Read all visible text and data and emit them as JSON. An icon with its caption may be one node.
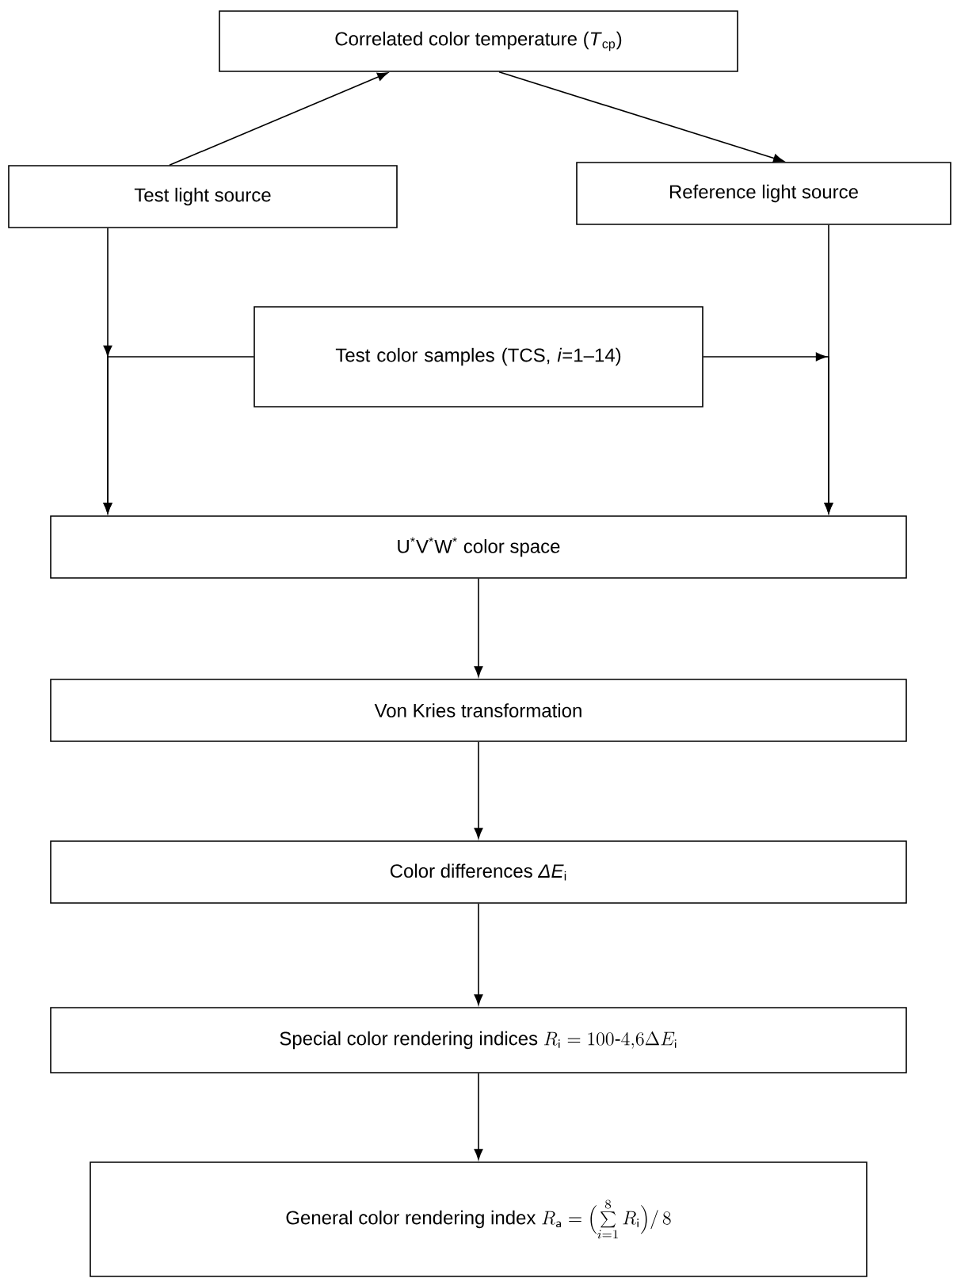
{
  "diagram": {
    "nodes": [
      {
        "text": [
          "Correlated color temperature (*T*$_{cp}$)"
        ]
      },
      {
        "text": [
          "Test light source"
        ]
      },
      {
        "text": [
          "Reference light source"
        ]
      },
      {
        "text": [
          "Test color samples (TCS, *i*=1–14)"
        ]
      },
      {
        "text": [
          "U$^{*}$V$^{*}$W$^{*}$ color space"
        ]
      },
      {
        "text": [
          "Von Kries transformation"
        ]
      },
      {
        "text": [
          "Color differences *ΔE*$_{i}$"
        ]
      },
      {
        "text": [
          "Special color rendering indices",
          "R_{\\mathsf{i}} = 100\\mbox{-}4{,}6\\Delta E_{\\mathsf{i}}"
        ]
      },
      {
        "text": [
          "General color rendering index",
          "R_{\\mathsf{a}} = \\Bigl(\\sum\\limits_{i=1}^{8} R_{\\mathsf{i}}\\Bigr)/\\,8"
        ]
      }
    ],
    "edges": [
      {
        "from": 1,
        "to": 0,
        "arrow": "to"
      },
      {
        "from": 0,
        "to": 2,
        "arrow": "to"
      },
      {
        "from": 1,
        "to": 4,
        "arrow": "to"
      },
      {
        "from": 2,
        "to": 4,
        "arrow": "to"
      },
      {
        "from": 3,
        "to": 4,
        "arrow": "to"
      },
      {
        "from": 3,
        "to": 4,
        "arrow": "to"
      },
      {
        "from": 4,
        "to": 5,
        "arrow": "to"
      },
      {
        "from": 5,
        "to": 6,
        "arrow": "to"
      },
      {
        "from": 6,
        "to": 7,
        "arrow": "to"
      },
      {
        "from": 7,
        "to": 8,
        "arrow": "to"
      }
    ]
  }
}
